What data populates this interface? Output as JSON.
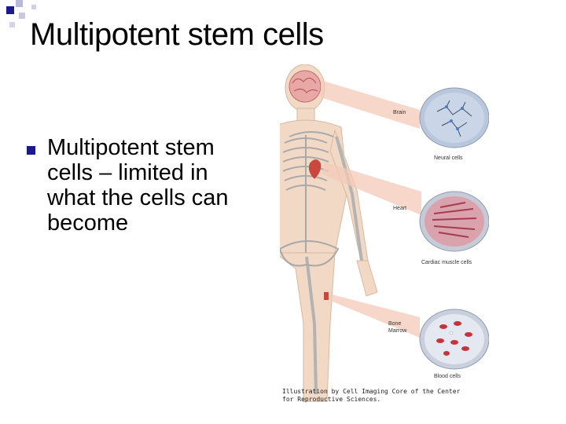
{
  "slide": {
    "title": "Multipotent stem cells",
    "bullet_text": "Multipotent stem cells – limited in what the cells can become",
    "accent_color": "#1a1a8c"
  },
  "figure": {
    "labels": {
      "brain": "Brain",
      "neural": "Neural cells",
      "heart": "Heart",
      "cardiac": "Cardiac muscle cells",
      "bone_marrow": "Bone Marrow",
      "blood": "Blood cells"
    },
    "credit": "Illustration by Cell Imaging Core of the Center for Reproductive Sciences."
  }
}
